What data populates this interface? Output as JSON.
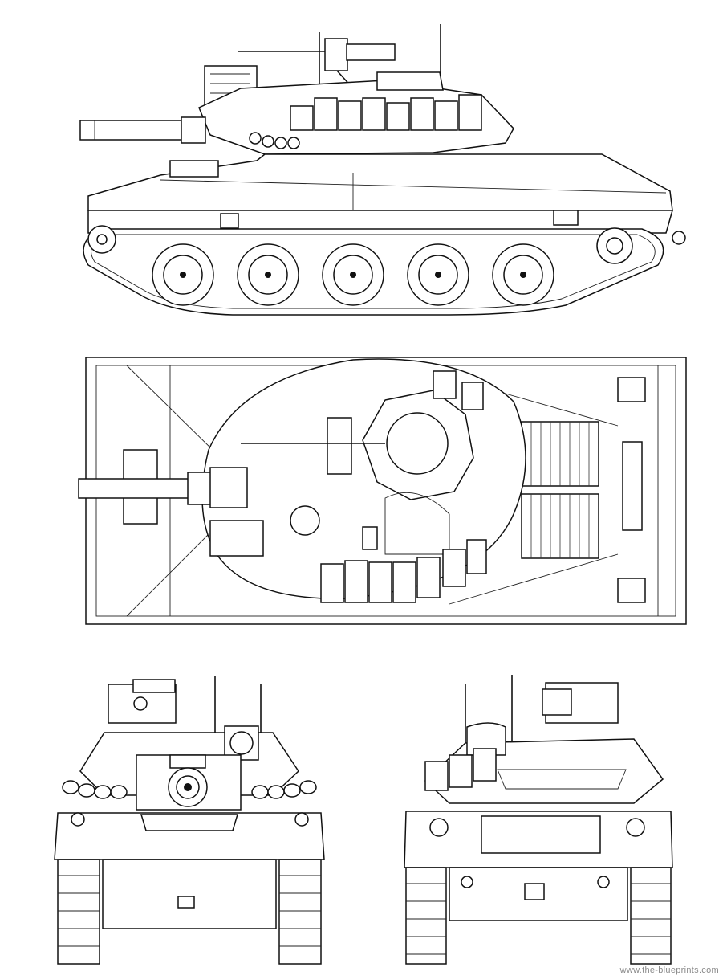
{
  "credit": "www.the-blueprints.com",
  "colors": {
    "ink": "#111111",
    "paper": "#ffffff",
    "credit": "#8a8a8a"
  },
  "views": [
    "side-view",
    "top-view",
    "front-view",
    "rear-view"
  ]
}
